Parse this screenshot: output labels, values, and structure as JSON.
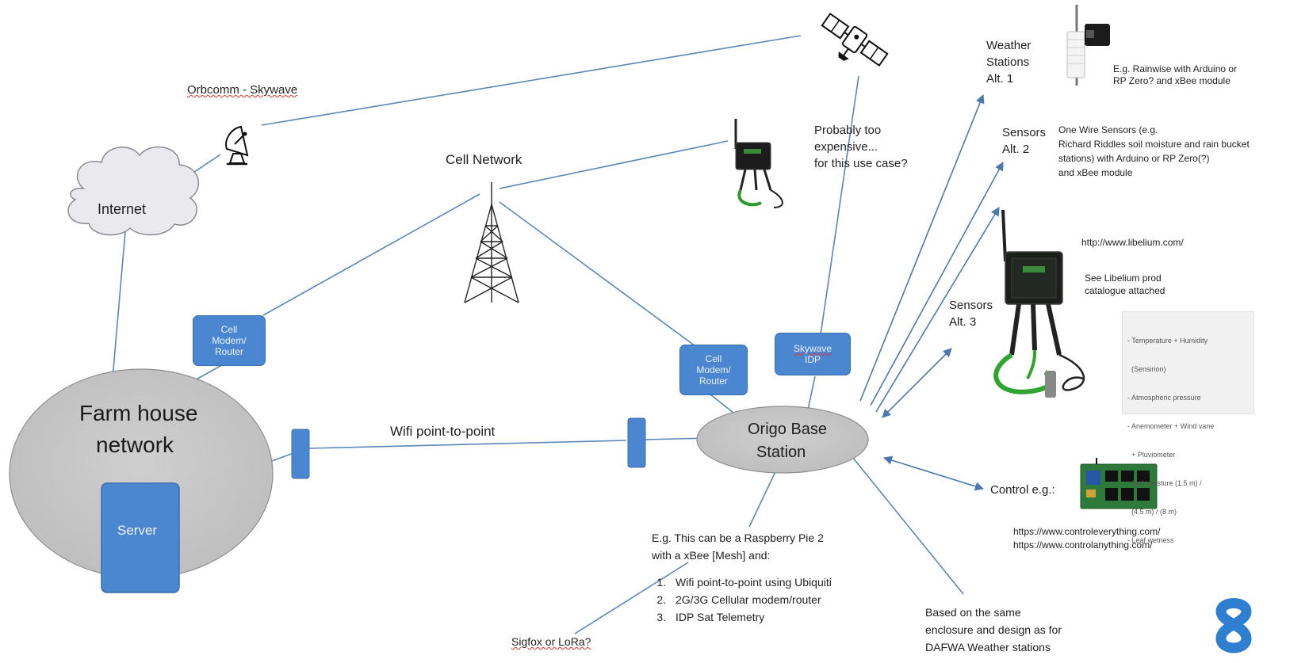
{
  "nodes": {
    "internet": "Internet",
    "farm_house_line1": "Farm house",
    "farm_house_line2": "network",
    "server": "Server",
    "origo_line1": "Origo Base",
    "origo_line2": "Station",
    "cell_modem_left_1": "Cell",
    "cell_modem_left_2": "Modem/",
    "cell_modem_left_3": "Router",
    "cell_modem_right_1": "Cell",
    "cell_modem_right_2": "Modem/",
    "cell_modem_right_3": "Router",
    "skywave_idp_1": "Skywave",
    "skywave_idp_2": "IDP"
  },
  "labels": {
    "orbcomm": "Orbcomm - Skywave",
    "cell_network": "Cell Network",
    "wifi_p2p": "Wifi point-to-point",
    "too_expensive_1": "Probably too",
    "too_expensive_2": "expensive...",
    "too_expensive_3": "for this use case?",
    "weather_1": "Weather",
    "weather_2": "Stations",
    "weather_3": "Alt. 1",
    "weather_desc_1": "E.g. Rainwise with Arduino or",
    "weather_desc_2": "RP Zero? and xBee module",
    "sensors2_1": "Sensors",
    "sensors2_2": "Alt. 2",
    "sensors2_desc_1": "One Wire Sensors (e.g.",
    "sensors2_desc_2": "Richard Riddles soil moisture and rain bucket",
    "sensors2_desc_3": "stations) with Arduino or RP Zero(?)",
    "sensors2_desc_4": "and xBee module",
    "sensors3_1": "Sensors",
    "sensors3_2": "Alt. 3",
    "libelium_url": "http://www.libelium.com/",
    "libelium_cat_1": "See Libelium prod",
    "libelium_cat_2": "catalogue attached",
    "control": "Control e.g.:",
    "control_url_1": "https://www.controleverything.com/",
    "control_url_2": "https://www.controlanything.com/",
    "rpi_1": "E.g. This can be a Raspberry Pie 2",
    "rpi_2": "with a xBee [Mesh] and:",
    "rpi_list": [
      "Wifi point-to-point using Ubiquiti",
      "2G/3G Cellular modem/router",
      "IDP Sat Telemetry"
    ],
    "sigfox": "Sigfox or LoRa?",
    "dafwa_1": "Based on the same",
    "dafwa_2": "enclosure and design as for",
    "dafwa_3": "DAFWA Weather stations"
  },
  "libelium_features": [
    "- Temperature + Humidity",
    "  (Sensirion)",
    "- Atmospheric pressure",
    "- Anemometer + Wind vane",
    "  + Pluviometer",
    "- Soil moisture (1.5 m) /",
    "  (4.5 m) / (8 m)",
    "- Leaf wetness"
  ],
  "colors": {
    "box_blue": "#4a87d0",
    "line_blue": "#5a86b8",
    "ellipse_gray": "#c6c6c6",
    "logo_blue": "#2f7fd0"
  }
}
